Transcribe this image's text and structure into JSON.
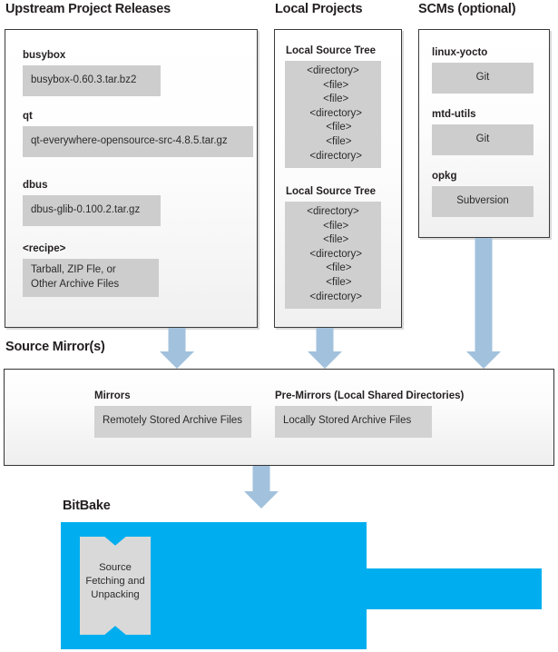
{
  "diagram": {
    "title": "BitBake source fetching and mirrors",
    "colors": {
      "arrow": "#A2C1DD",
      "bitbake_blue": "#00AEEF",
      "inner_box_grey": "#CDCDCD",
      "panel_border": "#3B3B3B"
    }
  },
  "columns": {
    "upstream": {
      "heading": "Upstream Project Releases",
      "entries": [
        {
          "label": "busybox",
          "value": "busybox-0.60.3.tar.bz2"
        },
        {
          "label": "qt",
          "value": "qt-everywhere-opensource-src-4.8.5.tar.gz"
        },
        {
          "label": "dbus",
          "value": "dbus-glib-0.100.2.tar.gz"
        },
        {
          "label": "<recipe>",
          "value_line1": "Tarball, ZIP Fle, or",
          "value_line2": "Other Archive Files"
        }
      ]
    },
    "local_projects": {
      "heading": "Local Projects",
      "trees": [
        {
          "label": "Local Source Tree",
          "lines": [
            "<directory>",
            "  <file>",
            "  <file>",
            "  <directory>",
            "    <file>",
            "    <file>",
            "  <directory>"
          ]
        },
        {
          "label": "Local Source Tree",
          "lines": [
            "<directory>",
            "  <file>",
            "  <file>",
            "  <directory>",
            "    <file>",
            "    <file>",
            "  <directory>"
          ]
        }
      ]
    },
    "scms": {
      "heading": "SCMs (optional)",
      "entries": [
        {
          "label": "linux-yocto",
          "value": "Git"
        },
        {
          "label": "mtd-utils",
          "value": "Git"
        },
        {
          "label": "opkg",
          "value": "Subversion"
        }
      ]
    }
  },
  "source_mirrors": {
    "heading": "Source Mirror(s)",
    "groups": [
      {
        "label": "Mirrors",
        "value": "Remotely Stored Archive Files"
      },
      {
        "label": "Pre-Mirrors (Local Shared Directories)",
        "value": "Locally Stored Archive Files"
      }
    ]
  },
  "bitbake": {
    "heading": "BitBake",
    "fetch_box": {
      "line1": "Source",
      "line2": "Fetching and",
      "line3": "Unpacking"
    }
  }
}
